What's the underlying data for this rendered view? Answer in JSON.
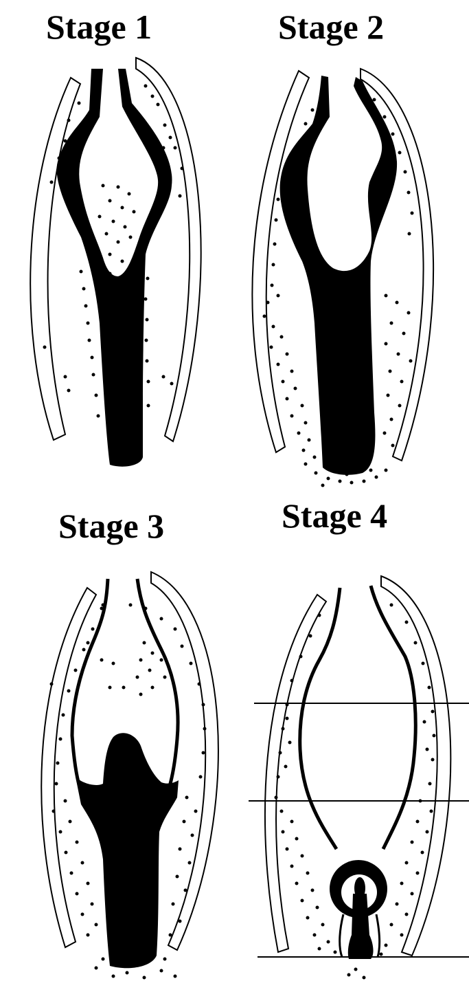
{
  "stages": [
    {
      "id": 1,
      "label": "Stage 1"
    },
    {
      "id": 2,
      "label": "Stage 2"
    },
    {
      "id": 3,
      "label": "Stage 3"
    },
    {
      "id": 4,
      "label": "Stage 4"
    }
  ],
  "colors": {
    "ink": "#000000",
    "background": "#ffffff"
  }
}
